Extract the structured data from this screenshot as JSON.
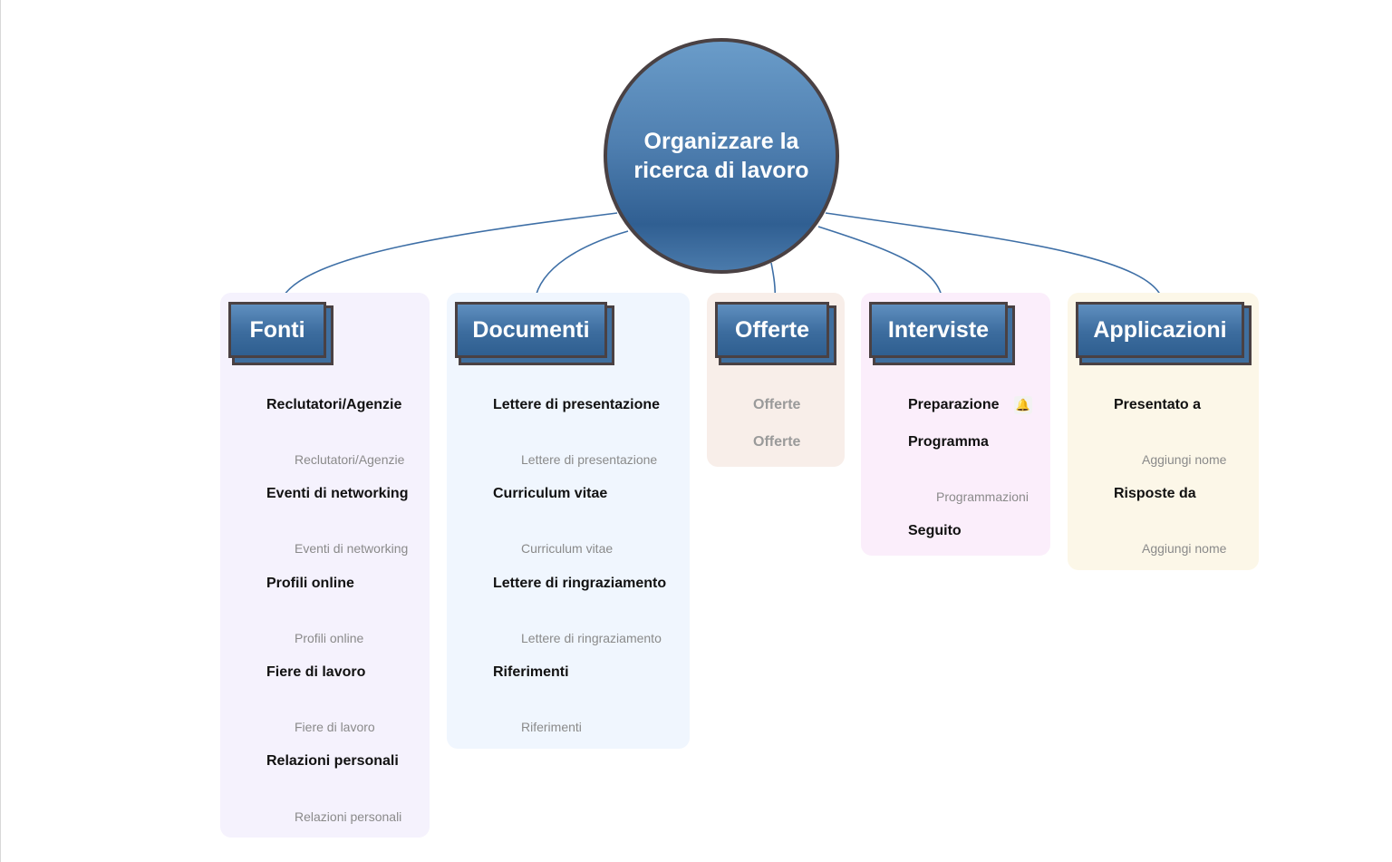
{
  "root": {
    "title": "Organizzare la ricerca di lavoro"
  },
  "branches": [
    {
      "label": "Fonti",
      "panel_color": "#f5f2fd",
      "items": [
        {
          "label": "Reclutatori/Agenzie",
          "note": "Reclutatori/Agenzie"
        },
        {
          "label": "Eventi di networking",
          "note": "Eventi di networking"
        },
        {
          "label": "Profili online",
          "note": "Profili online"
        },
        {
          "label": "Fiere di lavoro",
          "note": "Fiere di lavoro"
        },
        {
          "label": "Relazioni personali",
          "note": "Relazioni personali"
        }
      ]
    },
    {
      "label": "Documenti",
      "panel_color": "#f0f6fe",
      "items": [
        {
          "label": "Lettere di presentazione",
          "note": "Lettere di presentazione"
        },
        {
          "label": "Curriculum vitae",
          "note": "Curriculum vitae"
        },
        {
          "label": "Lettere di ringraziamento",
          "note": "Lettere di ringraziamento"
        },
        {
          "label": "Riferimenti",
          "note": "Riferimenti"
        }
      ]
    },
    {
      "label": "Offerte",
      "panel_color": "#f8eee9",
      "items": [
        {
          "label": "Offerte"
        },
        {
          "label": "Offerte"
        }
      ]
    },
    {
      "label": "Interviste",
      "panel_color": "#fbeefb",
      "items": [
        {
          "label": "Preparazione",
          "icon": "bell-icon"
        },
        {
          "label": "Programma",
          "note": "Programmazioni"
        },
        {
          "label": "Seguito"
        }
      ]
    },
    {
      "label": "Applicazioni",
      "panel_color": "#fcf7e8",
      "items": [
        {
          "label": "Presentato a",
          "note": "Aggiungi nome"
        },
        {
          "label": "Risposte da",
          "note": "Aggiungi nome"
        }
      ]
    }
  ],
  "colors": {
    "connector": "#3e6fa6",
    "node_border": "#4a4143",
    "node_fill": "#3c6c9e"
  }
}
